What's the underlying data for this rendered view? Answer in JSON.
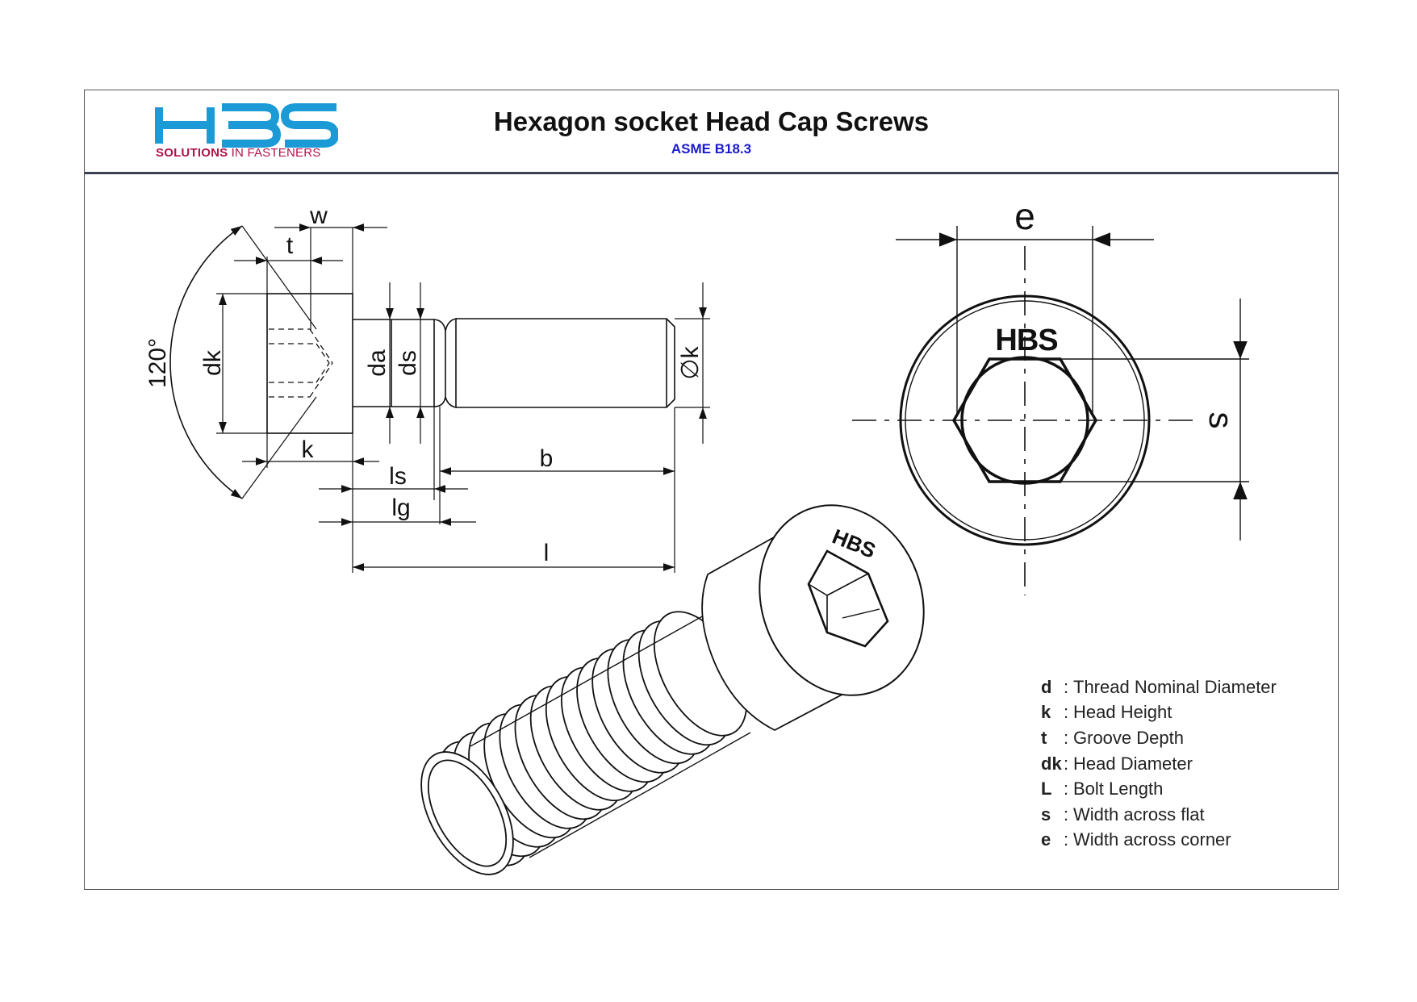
{
  "header": {
    "title": "Hexagon socket Head Cap Screws",
    "standard": "ASME B18.3",
    "logo_text": "HBS",
    "logo_tagline_strong": "SOLUTIONS",
    "logo_tagline_light": " IN FASTENERS"
  },
  "colors": {
    "logo_blue": "#1b9ad6",
    "logo_red": "#b0124a",
    "standard_blue": "#1a1acc",
    "line": "#111111"
  },
  "side_view_labels": {
    "w": "w",
    "t": "t",
    "angle": "120°",
    "dk": "dk",
    "da": "da",
    "ds": "ds",
    "phi_k": "∅k",
    "k": "k",
    "ls": "ls",
    "lg": "lg",
    "b": "b",
    "l": "l"
  },
  "top_view_labels": {
    "e": "e",
    "s": "s",
    "head_mark": "HBS"
  },
  "iso_view_labels": {
    "head_mark": "HBS"
  },
  "legend": [
    {
      "key": "d",
      "desc": "Thread Nominal Diameter"
    },
    {
      "key": "k",
      "desc": "Head Height"
    },
    {
      "key": "t",
      "desc": "Groove Depth"
    },
    {
      "key": "dk",
      "desc": "Head Diameter"
    },
    {
      "key": "L",
      "desc": "Bolt Length"
    },
    {
      "key": "s",
      "desc": "Width across flat"
    },
    {
      "key": "e",
      "desc": "Width across corner"
    }
  ]
}
